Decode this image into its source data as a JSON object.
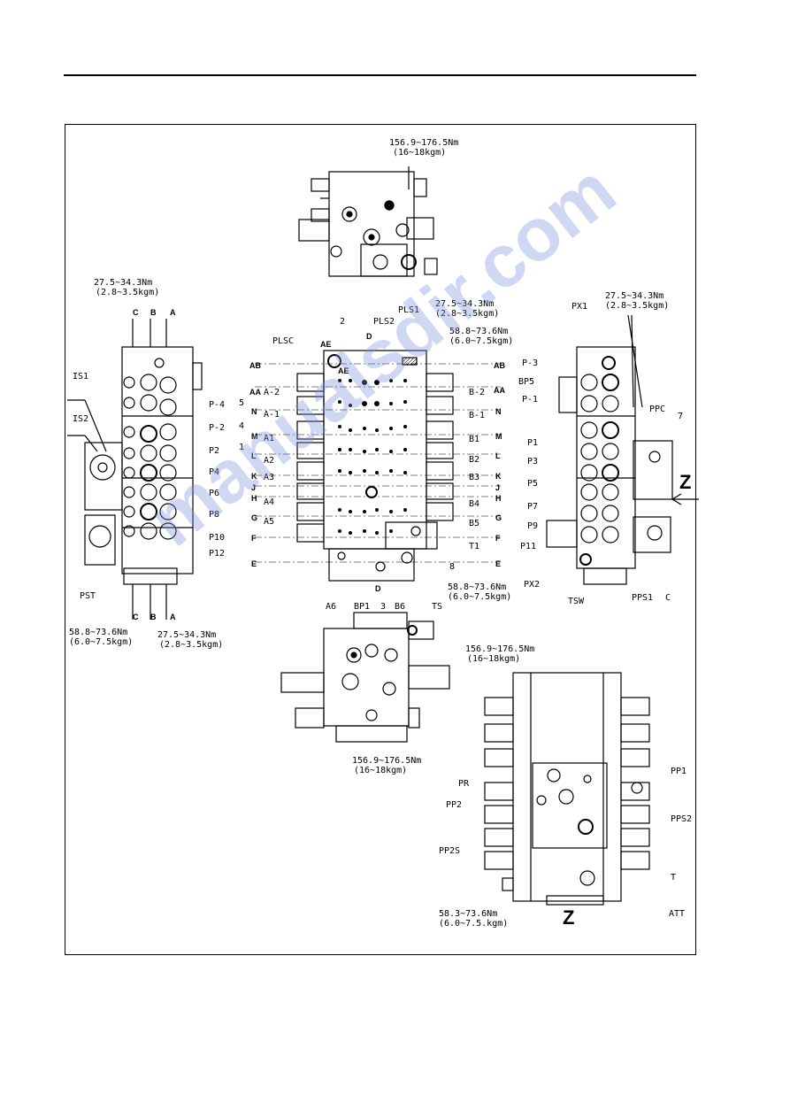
{
  "watermark": "manualsdir.com",
  "views": {
    "top": {
      "torque": "156.9~176.5Nm",
      "torque_kgm": "(16~18kgm)"
    },
    "bottom_center": {
      "torque": "156.9~176.5Nm",
      "torque_kgm": "(16~18kgm)"
    },
    "view_z": {
      "title": "Z",
      "torque_top": "156.9~176.5Nm",
      "torque_top_kgm": "(16~18kgm)",
      "torque_bottom": "58.3~73.6Nm",
      "torque_bottom_kgm": "(6.0~7.5.kgm)",
      "labels": [
        "PR",
        "PP2",
        "PP2S",
        "PP1",
        "PPS2",
        "T",
        "ATT"
      ]
    },
    "left": {
      "torque_top": "27.5~34.3Nm",
      "torque_top_kgm": "(2.8~3.5kgm)",
      "torque_bl": "58.8~73.6Nm",
      "torque_bl_kgm": "(6.0~7.5kgm)",
      "torque_br": "27.5~34.3Nm",
      "torque_br_kgm": "(2.8~3.5kgm)",
      "sections": [
        "C",
        "B",
        "A"
      ],
      "labels": [
        "IS1",
        "IS2",
        "P-4",
        "P-2",
        "P2",
        "P4",
        "P6",
        "P8",
        "P10",
        "P12",
        "PST"
      ]
    },
    "center": {
      "torque_pls": "27.5~34.3Nm",
      "torque_pls_kgm": "(2.8~3.5kgm)",
      "torque_pls2": "58.8~73.6Nm",
      "torque_pls2_kgm": "(6.0~7.5kgm)",
      "torque_ts": "58.8~73.6Nm",
      "torque_ts_kgm": "(6.0~7.5kgm)",
      "top_labels": [
        "2",
        "PLS2",
        "PLS1",
        "PLSC",
        "AE",
        "AE",
        "D"
      ],
      "rows": [
        "AB",
        "AA",
        "N",
        "M",
        "L",
        "K",
        "J",
        "H",
        "G",
        "F",
        "E"
      ],
      "left_labels": [
        "A-2",
        "A-1",
        "A1",
        "A2",
        "A3",
        "A4",
        "A5"
      ],
      "left_numbers": [
        "5",
        "4",
        "1"
      ],
      "right_labels": [
        "B-2",
        "B-1",
        "B1",
        "B2",
        "B3",
        "B4",
        "B5",
        "T1",
        "8"
      ],
      "bottom_labels": [
        "A6",
        "BP1",
        "3",
        "B6",
        "TS",
        "D"
      ]
    },
    "right": {
      "torque": "27.5~34.3Nm",
      "torque_kgm": "(2.8~3.5kgm)",
      "view_arrow": "Z",
      "labels": [
        "PX1",
        "P-3",
        "BP5",
        "P-1",
        "PPC",
        "7",
        "P1",
        "P3",
        "P5",
        "P7",
        "P9",
        "P11",
        "PX2",
        "TSW",
        "PPS1",
        "C"
      ]
    }
  }
}
